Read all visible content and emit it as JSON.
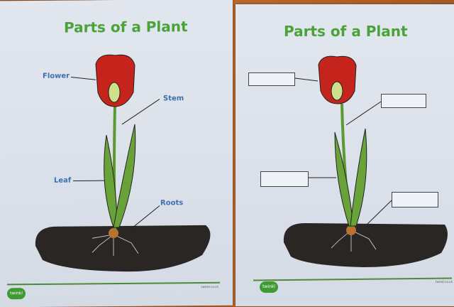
{
  "left_sheet": {
    "title": "Parts of a Plant",
    "labels": {
      "flower": "Flower",
      "stem": "Stem",
      "leaf": "Leaf",
      "roots": "Roots"
    },
    "logo": "twinkl",
    "url": "twinkl.co.uk"
  },
  "right_sheet": {
    "title": "Parts of a Plant",
    "logo": "twinkl",
    "url": "twinkl.co.uk"
  },
  "colors": {
    "title": "#4aa23a",
    "label": "#3b6fb0",
    "petal": "#c4241c",
    "leaf": "#6aa23a",
    "soil": "#2a2624",
    "background": "#a85a26"
  }
}
